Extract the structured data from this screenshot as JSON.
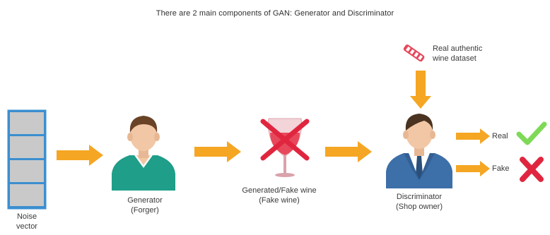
{
  "title": "There are 2 main components of GAN: Generator and Discriminator",
  "noise": {
    "label_line1": "Noise",
    "label_line2": "vector"
  },
  "generator": {
    "label_line1": "Generator",
    "label_line2": "(Forger)"
  },
  "fake_wine": {
    "label_line1": "Generated/Fake wine",
    "label_line2": "(Fake wine)"
  },
  "discriminator": {
    "label_line1": "Discriminator",
    "label_line2": "(Shop owner)"
  },
  "dataset": {
    "label_line1": "Real authentic",
    "label_line2": "wine dataset"
  },
  "outputs": {
    "real": "Real",
    "fake": "Fake"
  },
  "colors": {
    "arrow": "#f5a623",
    "noise_border": "#3b8fd0",
    "noise_fill": "#c9c9c9",
    "skin": "#f2c7a5",
    "hair": "#6a4226",
    "shirt_generator": "#1f9e8a",
    "suit_discriminator": "#3d6fa8",
    "wine_red": "#e8485b",
    "check_green": "#7ed957",
    "cross_red": "#e0263f"
  }
}
